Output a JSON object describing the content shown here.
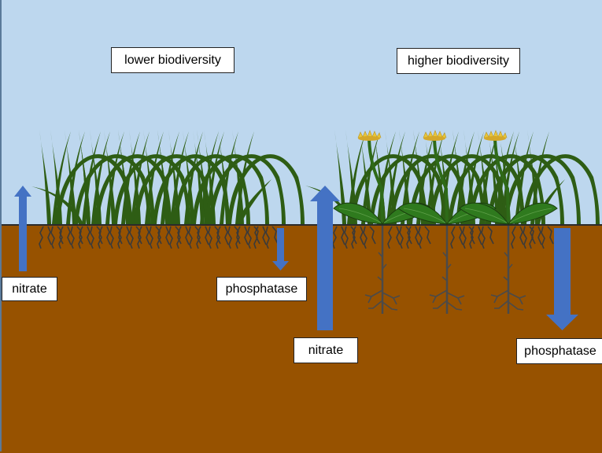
{
  "panels": {
    "left": {
      "title": "lower biodiversity",
      "arrows": [
        {
          "label": "nitrate",
          "direction": "up",
          "size": "small"
        },
        {
          "label": "phosphatase",
          "direction": "down",
          "size": "small"
        }
      ]
    },
    "right": {
      "title": "higher biodiversity",
      "arrows": [
        {
          "label": "nitrate",
          "direction": "up",
          "size": "large"
        },
        {
          "label": "phosphatase",
          "direction": "down",
          "size": "large"
        }
      ]
    }
  },
  "colors": {
    "sky": "#bdd7ee",
    "soil": "#975200",
    "grass": "#2e5d14",
    "leaf": "#2f7a1e",
    "root": "#4a4a4a",
    "arrow": "#4472c4",
    "flower": "#e8c63a"
  }
}
